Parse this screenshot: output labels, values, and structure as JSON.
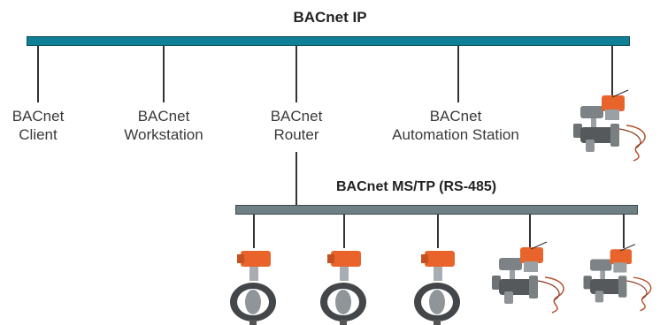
{
  "ip_network": {
    "title": "BACnet IP"
  },
  "mstp_network": {
    "title": "BACnet MS/TP (RS-485)"
  },
  "nodes": [
    {
      "line1": "BACnet",
      "line2": "Client"
    },
    {
      "line1": "BACnet",
      "line2": "Workstation"
    },
    {
      "line1": "BACnet",
      "line2": "Router"
    },
    {
      "line1": "BACnet",
      "line2": "Automation Station"
    }
  ],
  "devices": {
    "ip": [
      "valve-actuator-icon"
    ],
    "mstp": [
      "butterfly-valve-actuator-icon",
      "butterfly-valve-actuator-icon",
      "butterfly-valve-actuator-icon",
      "ball-valve-actuator-icon",
      "ball-valve-actuator-icon"
    ]
  },
  "colors": {
    "ip_bus": "#0e7f95",
    "mstp_bus": "#6f7f83",
    "actuator": "#e8642a"
  }
}
